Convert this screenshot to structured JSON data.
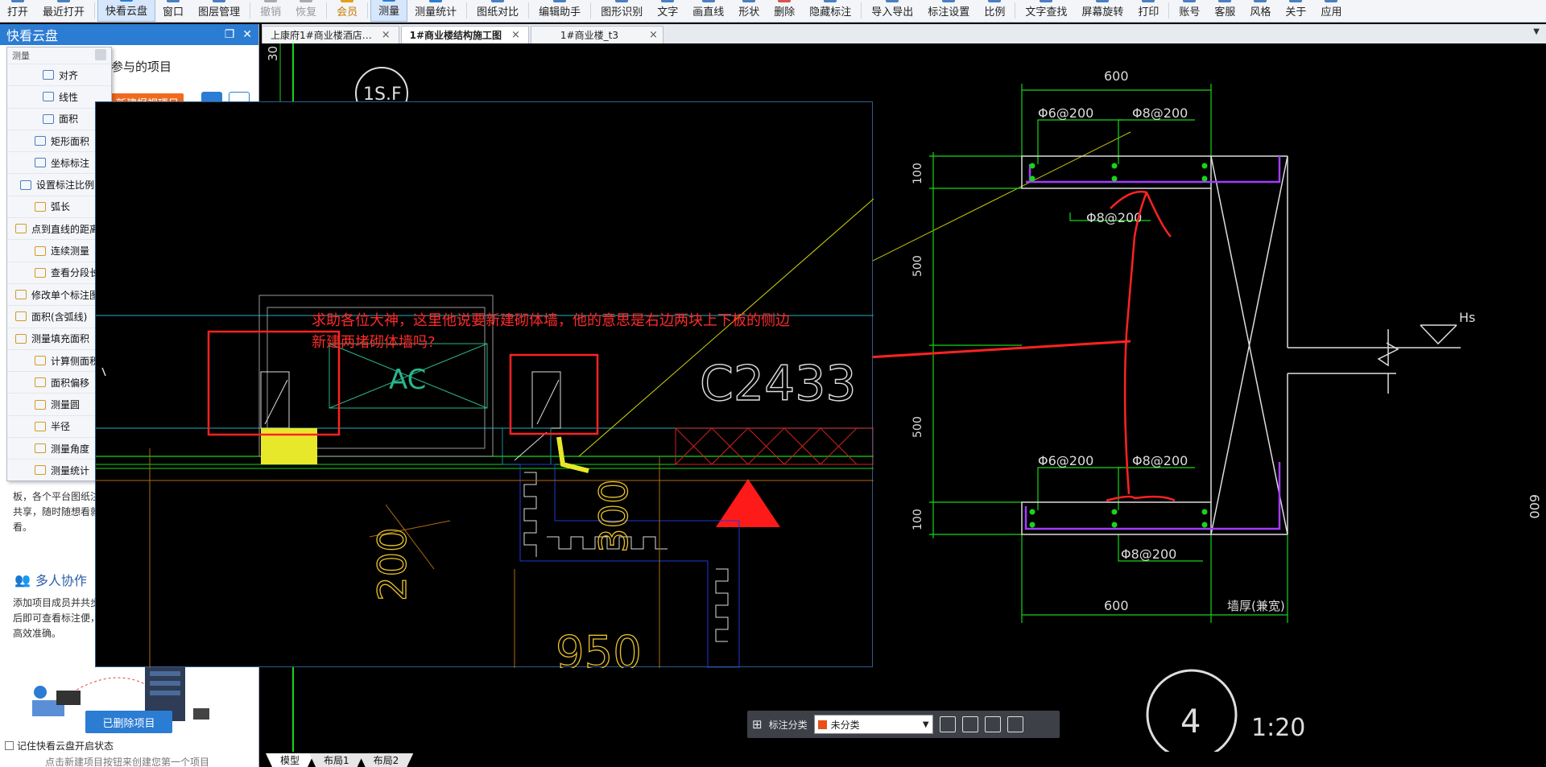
{
  "toolbar": {
    "items": [
      "打开",
      "最近打开",
      "快看云盘",
      "窗口",
      "图层管理",
      "撤销",
      "恢复",
      "会员",
      "测量",
      "测量统计",
      "图纸对比",
      "编辑助手",
      "图形识别",
      "文字",
      "画直线",
      "形状",
      "删除",
      "隐藏标注",
      "导入导出",
      "标注设置",
      "比例",
      "文字查找",
      "屏幕旋转",
      "打印",
      "账号",
      "客服",
      "风格",
      "关于",
      "应用"
    ]
  },
  "tabs": [
    {
      "label": "上康府1#商业楼酒店…"
    },
    {
      "label": "1#商业楼结构施工图"
    },
    {
      "label": "1#商业楼_t3"
    }
  ],
  "sidebar": {
    "title": "快看云盘",
    "subtitle": "参与的项目",
    "new_button": "新建报视项目",
    "desc": "板，各个平台图纸注共享，随时随想看就看。",
    "collab_title": "多人协作",
    "collab_desc": "添加项目成员并共步后即可查看标注便，高效准确。",
    "deleted_button": "已删除项目",
    "remember": "记住快看云盘开启状态",
    "hint": "点击新建项目按钮来创建您第一个项目"
  },
  "measure_panel": {
    "title": "测量",
    "items": [
      "对齐",
      "线性",
      "面积",
      "矩形面积",
      "坐标标注",
      "设置标注比例",
      "弧长",
      "点到直线的距离",
      "连续测量",
      "查看分段长度",
      "修改单个标注图",
      "面积(含弧线)",
      "测量填充面积",
      "计算侧面积",
      "面积偏移",
      "测量圆",
      "半径",
      "测量角度",
      "测量统计"
    ]
  },
  "drawing": {
    "note_line1": "求助各位大神，这里他说要新建砌体墙，他的意思是右边两块上下板的侧边",
    "note_line2": "新建两堵砌体墙吗?",
    "popup_labels": {
      "ac": "AC",
      "c2433": "C2433",
      "d200": "200",
      "d300": "300",
      "d950": "950"
    },
    "detail_labels": {
      "dim_top": "600",
      "rebar_tl": "Φ6@200",
      "rebar_tr": "Φ8@200",
      "rebar_mid": "Φ8@200",
      "dim_100a": "100",
      "dim_500a": "500",
      "dim_500b": "500",
      "dim_100b": "100",
      "rebar_bl": "Φ6@200",
      "rebar_br": "Φ8@200",
      "rebar_bot": "Φ8@200",
      "dim_bottom": "600",
      "wall_thk": "墙厚(兼宽)",
      "hs": "Hs",
      "right_600": "600",
      "detail_no": "4",
      "scale": "1:20",
      "left_30": "30",
      "isf": "1S.F"
    }
  },
  "annotation_bar": {
    "label": "标注分类",
    "value": "未分类",
    "swatch": "#e8501a"
  },
  "layout_tabs": [
    "模型",
    "布局1",
    "布局2"
  ]
}
